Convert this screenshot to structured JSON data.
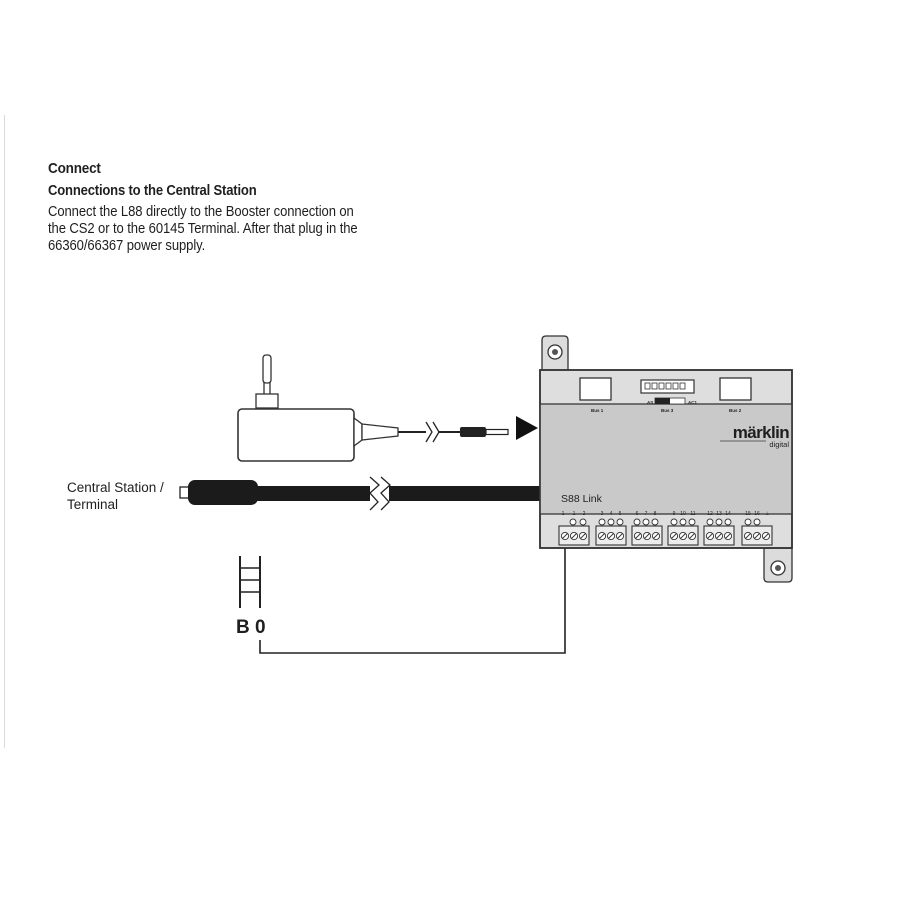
{
  "section": {
    "title": "Connect",
    "subtitle": "Connections to the Central Station",
    "body_lines": [
      "Connect the L88 directly to the Booster connection on",
      "the CS2 or to the 60145 Terminal. After that plug in the",
      "66360/66367 power supply."
    ]
  },
  "diagram": {
    "central_station_label_line1": "Central Station /",
    "central_station_label_line2": "Terminal",
    "booster_label": "B 0",
    "device": {
      "brand": "märklin",
      "brand_sub": "digital",
      "model": "S88 Link",
      "bus1_label": "Bus 1",
      "bus2_label": "Bus 2",
      "bus3_label": "Bus 3",
      "switch_left_label": "AS",
      "switch_right_label": "AC1",
      "terminal_groups": [
        {
          "labels": [
            "1",
            "1",
            "2"
          ]
        },
        {
          "labels": [
            "3",
            "4",
            "5"
          ]
        },
        {
          "labels": [
            "6",
            "7",
            "8"
          ]
        },
        {
          "labels": [
            "9",
            "10",
            "11"
          ]
        },
        {
          "labels": [
            "12",
            "13",
            "14"
          ]
        },
        {
          "labels": [
            "15",
            "16",
            "⊥"
          ]
        }
      ]
    }
  }
}
